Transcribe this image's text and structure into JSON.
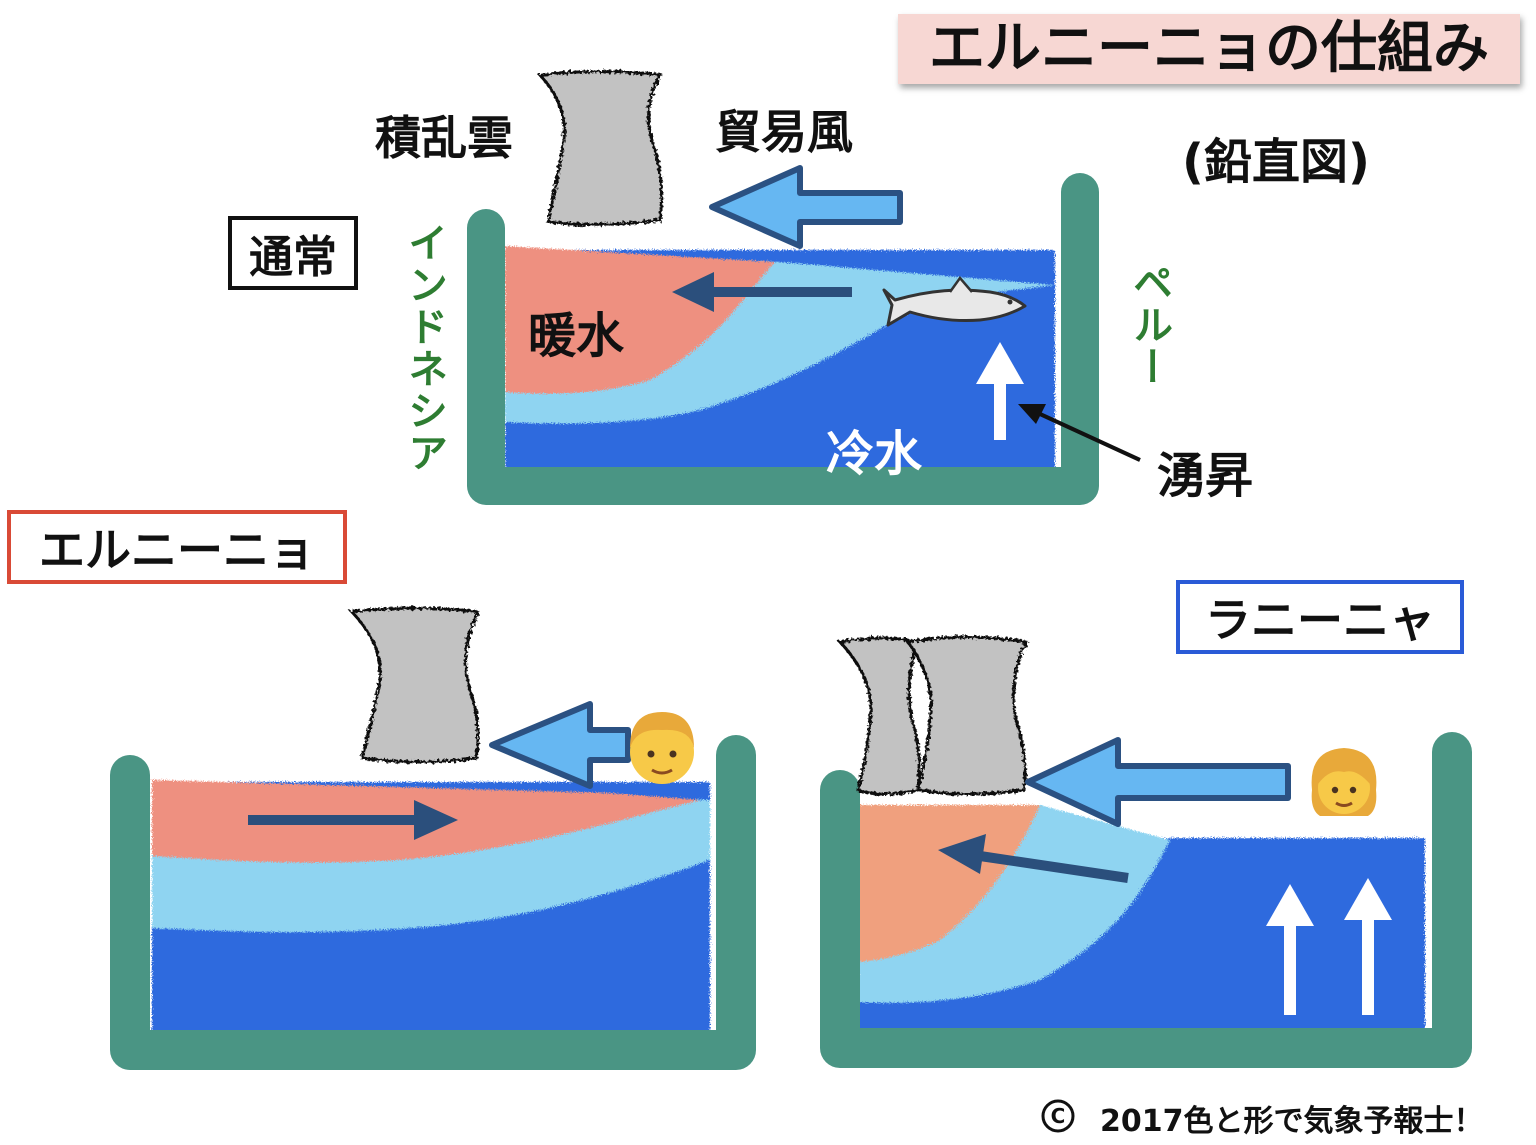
{
  "title": "エルニーニョの仕組み",
  "subtitle": "(鉛直図)",
  "normal": {
    "label": "通常",
    "cloud_label": "積乱雲",
    "wind_label": "貿易風",
    "west_label": "インドネシア",
    "east_label": "ペルー",
    "warm_label": "暖水",
    "cold_label": "冷水",
    "upwelling_label": "湧昇"
  },
  "elnino": {
    "label": "エルニーニョ"
  },
  "lanina": {
    "label": "ラニーニャ"
  },
  "copyright": "2017色と形で気象予報士！",
  "copyright_mark": "C",
  "colors": {
    "tank": "#4a9584",
    "warm": "#ee9080",
    "warm_lanina": "#f0a07e",
    "mid": "#8fd4f1",
    "cold": "#2f6bde",
    "arrow_fill": "#66b7f2",
    "arrow_stroke": "#2b5182",
    "cloud": "#c2c2c2",
    "title_bg": "#f7d7d3",
    "text_green": "#2e7d32",
    "elnino_border": "#d94a36",
    "lanina_border": "#2a5bd7"
  },
  "icons": [
    "cloud-icon",
    "fish-icon",
    "boy-face-icon",
    "girl-face-icon",
    "copyright-icon"
  ]
}
